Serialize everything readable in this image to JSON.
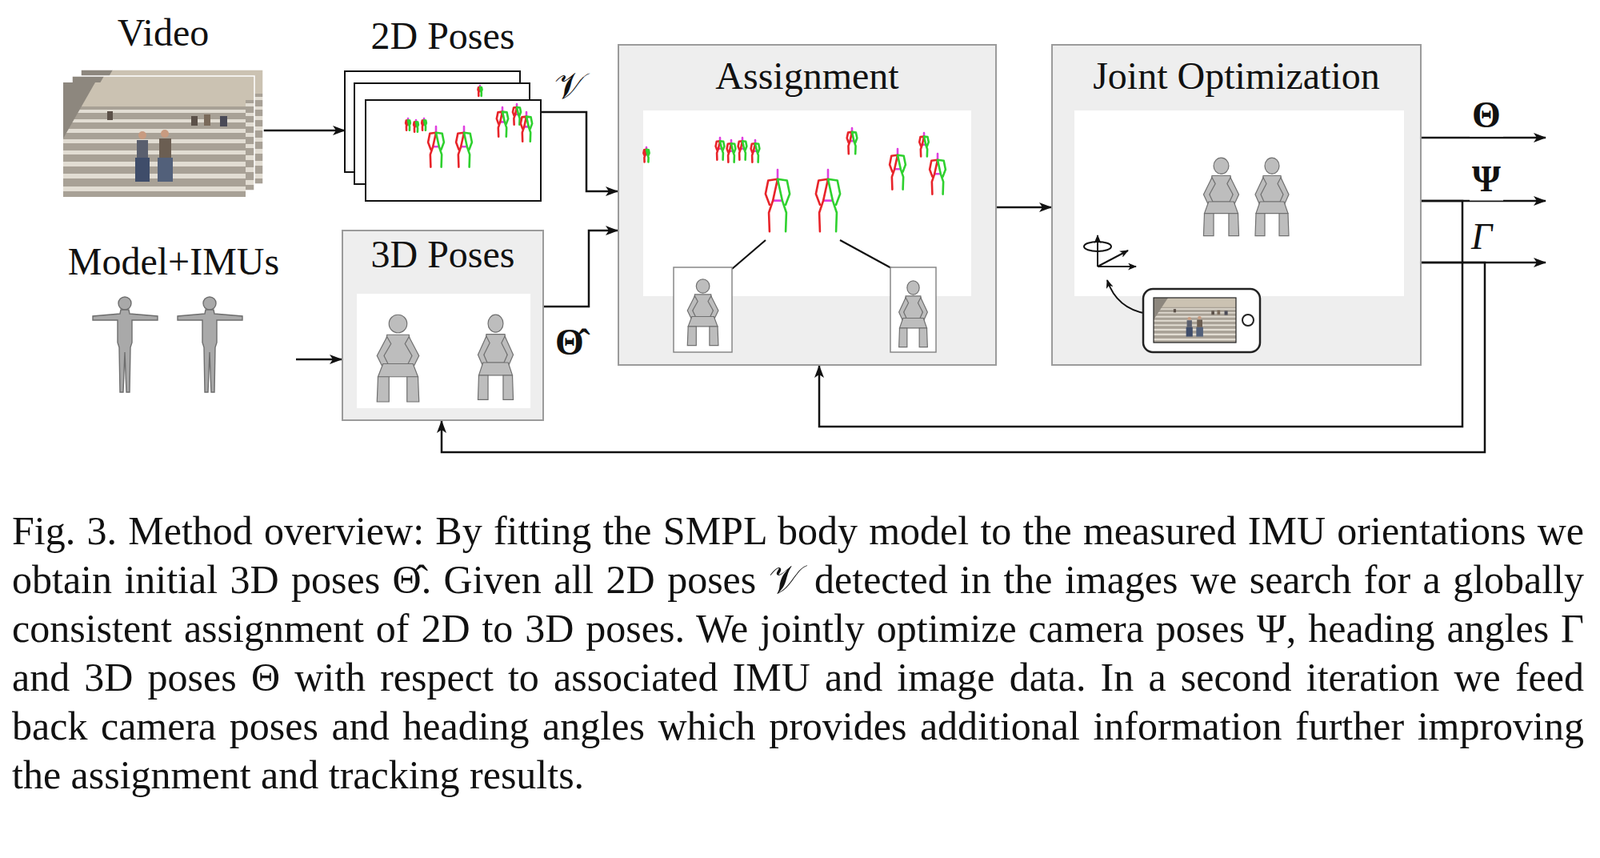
{
  "diagram": {
    "nodes": [
      {
        "text": [
          "Video"
        ]
      },
      {
        "text": [
          "2D Poses"
        ]
      },
      {
        "text": [
          "Model+IMUs"
        ]
      },
      {
        "text": [
          "3D Poses"
        ]
      },
      {
        "text": [
          "Assignment"
        ]
      },
      {
        "text": [
          "Joint Optimization"
        ]
      }
    ],
    "edges": [
      {
        "from": 0,
        "to": 1,
        "arrow": "to"
      },
      {
        "from": 2,
        "to": 3,
        "arrow": "to"
      },
      {
        "from": 1,
        "to": 4,
        "label": "𝒱",
        "arrow": "to"
      },
      {
        "from": 3,
        "to": 4,
        "label": "Θ̂",
        "arrow": "to"
      },
      {
        "from": 4,
        "to": 5,
        "arrow": "to"
      },
      {
        "from": 5,
        "to": 4,
        "arrow": "to"
      },
      {
        "from": 5,
        "to": 3,
        "arrow": "to"
      }
    ],
    "labels": [
      "Θ",
      "Ψ",
      "Γ"
    ],
    "caption": "Fig. 3. Method overview: By fitting the SMPL body model to the measured IMU orientations we obtain initial 3D poses Θ̂. Given all 2D poses 𝒱 detected in the images we search for a globally consistent assignment of 2D to 3D poses. We jointly optimize camera poses Ψ, heading angles Γ and 3D poses Θ with respect to associated IMU and image data. In a second iteration we feed back camera poses and heading angles which provides additional information further improving the assignment and tracking results."
  }
}
